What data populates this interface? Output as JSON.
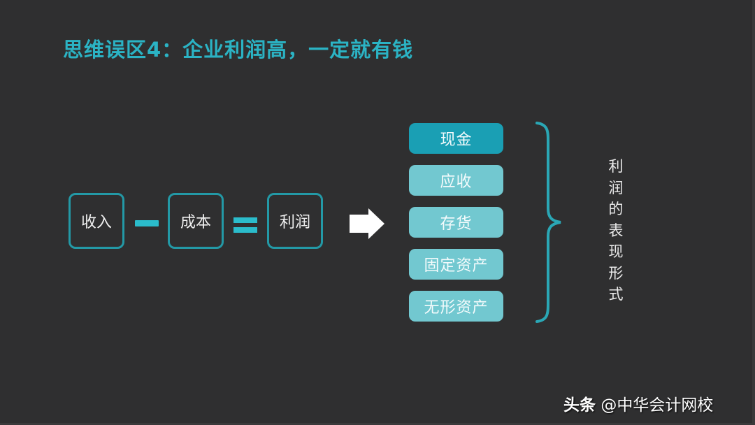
{
  "title": "思维误区4：企业利润高，一定就有钱",
  "equation": {
    "income": "收入",
    "cost": "成本",
    "profit": "利润",
    "minus_operator": "minus",
    "equals_operator": "equals"
  },
  "arrow": "right-arrow-icon",
  "profit_forms": [
    {
      "label": "现金",
      "highlighted": true
    },
    {
      "label": "应收",
      "highlighted": false
    },
    {
      "label": "存货",
      "highlighted": false
    },
    {
      "label": "固定资产",
      "highlighted": false
    },
    {
      "label": "无形资产",
      "highlighted": false
    }
  ],
  "brace_label": "利润的表现形式",
  "watermark": {
    "source": "头条",
    "account": "@中华会计网校"
  },
  "colors": {
    "background": "#2f2f30",
    "accent": "#2bb3c4",
    "box_border": "#2399a6",
    "highlight": "#1a9fb4",
    "item_fill": "#72c8d0"
  }
}
